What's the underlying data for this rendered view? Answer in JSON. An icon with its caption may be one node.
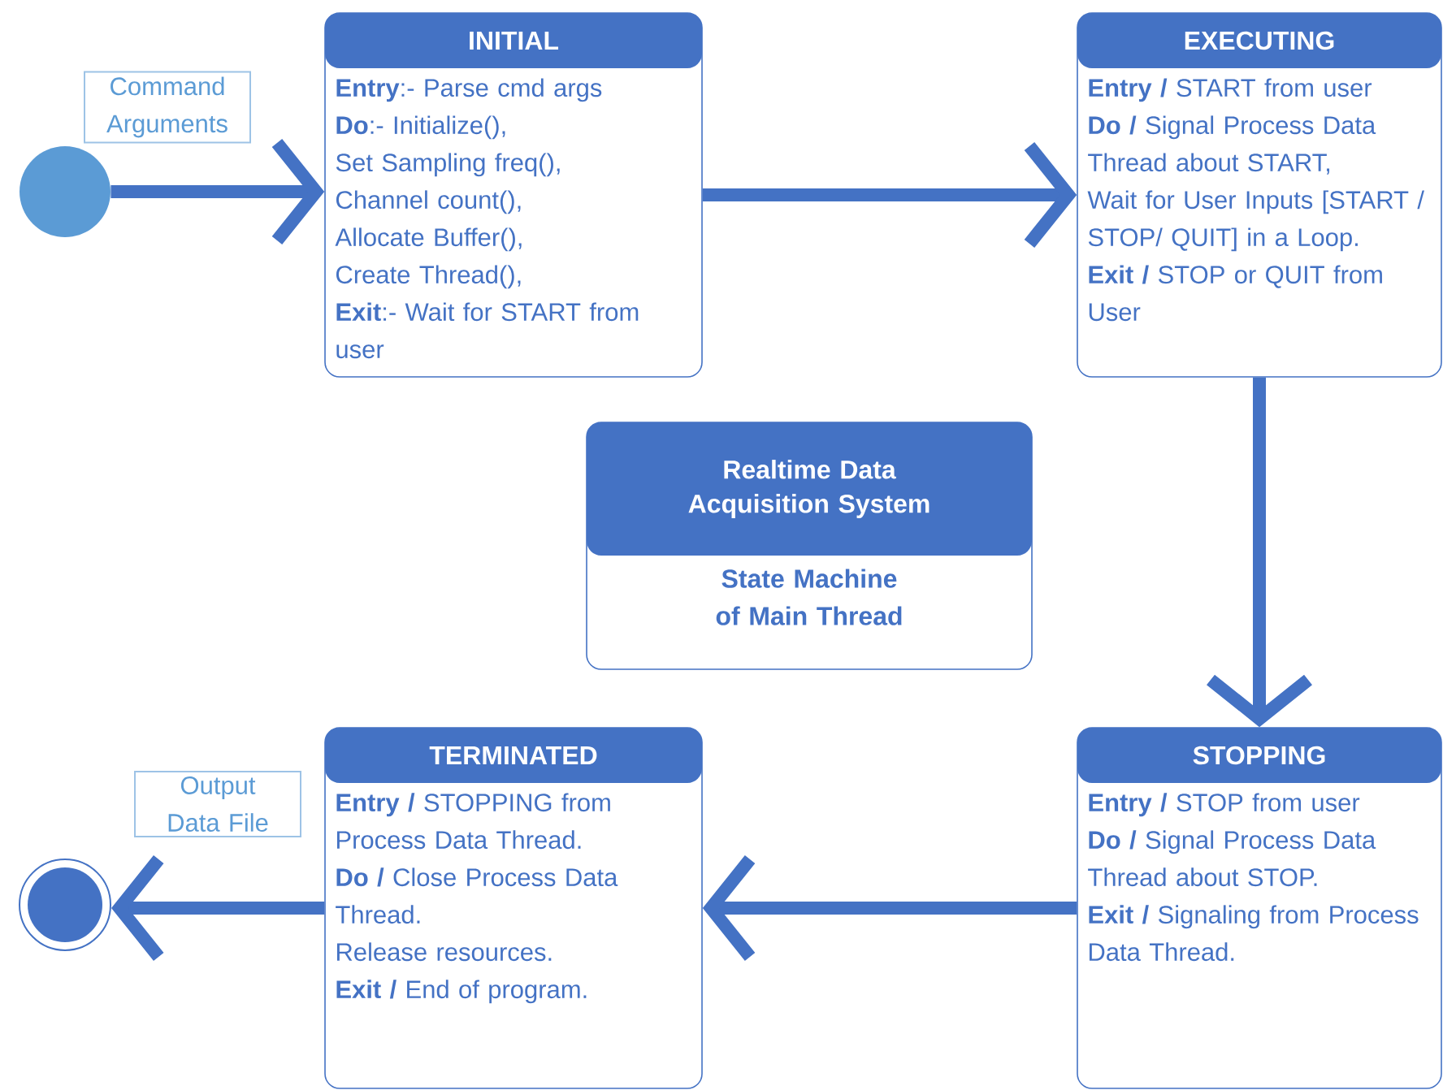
{
  "diagram": {
    "nodes": [
      {
        "text": [],
        "shape": "circle"
      },
      {
        "text": [
          "INITIAL",
          "**Entry**:- Parse cmd args",
          "**Do**:- Initialize(),",
          "Set Sampling freq(),",
          "Channel count(),",
          "Allocate Buffer(),",
          "Create Thread(),",
          "**Exit**:- Wait for START from user"
        ]
      },
      {
        "text": [
          "EXECUTING",
          "**Entry /** START from user",
          "**Do /** Signal Process Data Thread about START,",
          "Wait for User Inputs [START / STOP/ QUIT] in a Loop.",
          "**Exit /** STOP or QUIT from User"
        ]
      },
      {
        "text": [
          "Realtime Data Acquisition System",
          "State Machine of Main Thread"
        ]
      },
      {
        "text": [],
        "shape": "circle"
      },
      {
        "text": [
          "TERMINATED",
          "**Entry /** STOPPING from Process Data Thread.",
          "**Do /** Close Process Data Thread.",
          "Release resources.",
          "**Exit /** End of program."
        ]
      },
      {
        "text": [
          "STOPPING",
          "**Entry /** STOP from user",
          "**Do /** Signal Process Data Thread about STOP.",
          "**Exit /** Signaling from Process Data Thread."
        ]
      }
    ],
    "edges": [
      {
        "from": 0,
        "to": 1,
        "arrow": "to",
        "label": "Command Arguments"
      },
      {
        "from": 1,
        "to": 2,
        "arrow": "to"
      },
      {
        "from": 2,
        "to": 6,
        "arrow": "to"
      },
      {
        "from": 6,
        "to": 5,
        "arrow": "to"
      },
      {
        "from": 5,
        "to": 4,
        "arrow": "to",
        "label": "Output Data File"
      }
    ]
  }
}
